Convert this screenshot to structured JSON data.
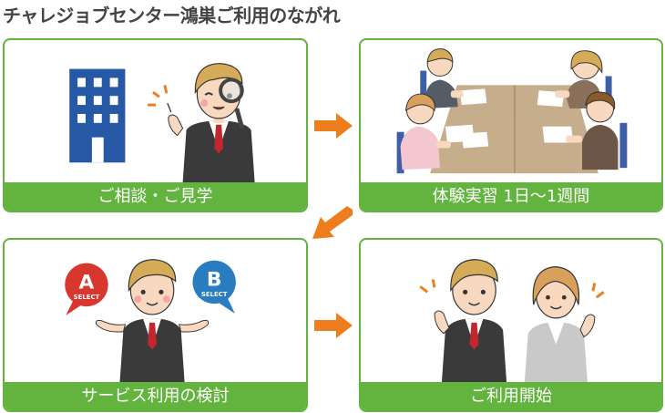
{
  "title": "チャレジョブセンター鴻巣ご利用のながれ",
  "steps": [
    {
      "label": "ご相談・ご見学"
    },
    {
      "label": "体験実習 1日〜1週間"
    },
    {
      "label": "サービス利用の検討"
    },
    {
      "label": "ご利用開始"
    }
  ],
  "choices": {
    "a_letter": "A",
    "a_sub": "SELECT",
    "b_letter": "B",
    "b_sub": "SELECT"
  },
  "colors": {
    "green": "#63b33f",
    "arrow": "#ee7d1d",
    "building": "#2758a5",
    "choice_a": "#d8372d",
    "choice_b": "#2a7cc0"
  }
}
